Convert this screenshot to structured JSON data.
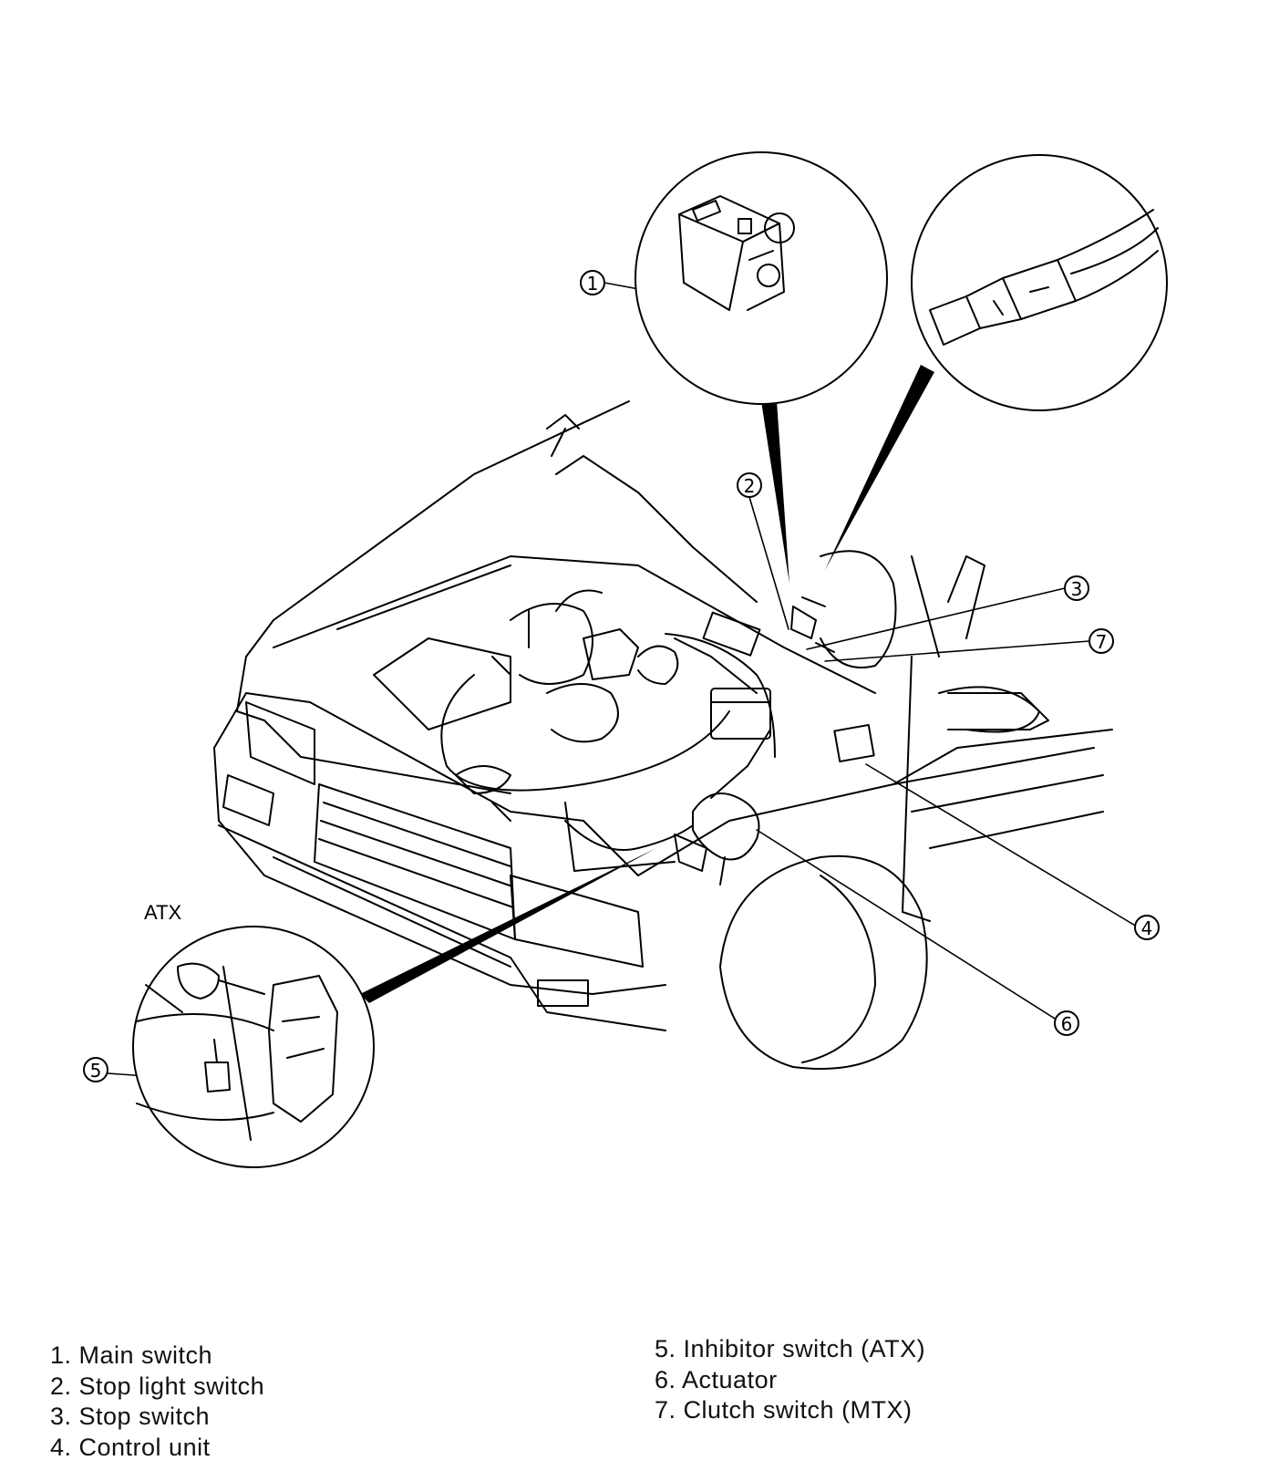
{
  "figure": {
    "atx_label": "ATX",
    "callouts": [
      "1",
      "2",
      "3",
      "4",
      "5",
      "6",
      "7"
    ]
  },
  "legend": {
    "left": [
      "1. Main switch",
      "2. Stop light switch",
      "3. Stop switch",
      "4. Control unit"
    ],
    "right": [
      "5. Inhibitor switch (ATX)",
      "6. Actuator",
      "7. Clutch switch (MTX)"
    ]
  }
}
